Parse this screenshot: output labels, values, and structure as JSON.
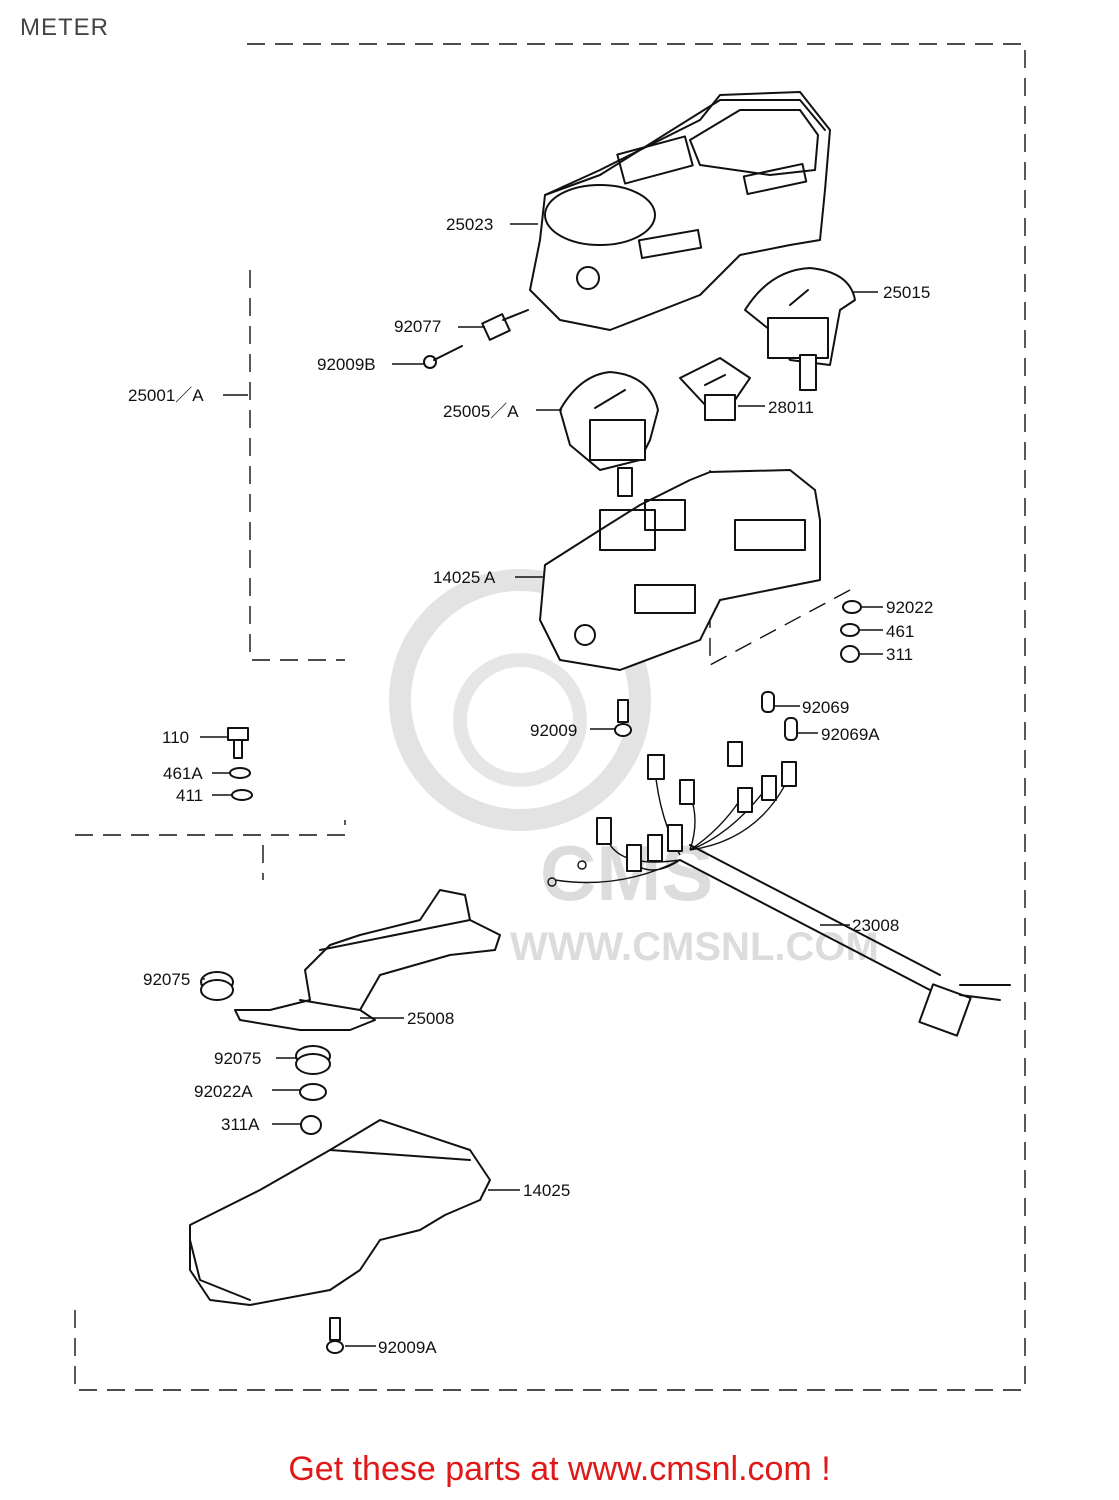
{
  "header": {
    "title": "METER"
  },
  "watermark": {
    "text": "WWW.CMSNL.COM",
    "logo": "CMS"
  },
  "colors": {
    "footer": "#e01818",
    "line": "#111111",
    "watermark": "#dcdcdc"
  },
  "parts": {
    "p25023": "25023",
    "p25015": "25015",
    "p92077": "92077",
    "p92009B": "92009B",
    "p25001A": "25001／A",
    "p25005A": "25005／A",
    "p28011": "28011",
    "p14025A": "14025 A",
    "p92022": "92022",
    "p461": "461",
    "p311": "311",
    "p92069": "92069",
    "p92069A": "92069A",
    "p92009": "92009",
    "p110": "110",
    "p461A": "461A",
    "p411": "411",
    "p23008": "23008",
    "p92075a": "92075",
    "p25008": "25008",
    "p92075b": "92075",
    "p92022A": "92022A",
    "p311A": "311A",
    "p14025": "14025",
    "p92009A": "92009A"
  },
  "footer": {
    "text": "Get these parts at www.cmsnl.com !"
  }
}
